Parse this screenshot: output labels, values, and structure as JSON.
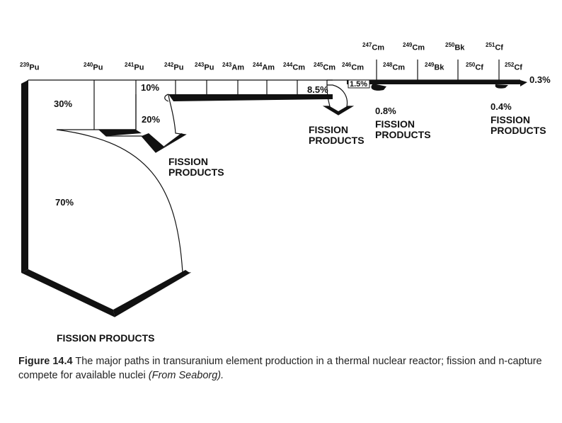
{
  "isotopes": [
    {
      "mass": "239",
      "sym": "Pu"
    },
    {
      "mass": "240",
      "sym": "Pu"
    },
    {
      "mass": "241",
      "sym": "Pu"
    },
    {
      "mass": "242",
      "sym": "Pu"
    },
    {
      "mass": "243",
      "sym": "Pu"
    },
    {
      "mass": "243",
      "sym": "Am"
    },
    {
      "mass": "244",
      "sym": "Am"
    },
    {
      "mass": "244",
      "sym": "Cm"
    },
    {
      "mass": "245",
      "sym": "Cm"
    },
    {
      "mass": "246",
      "sym": "Cm"
    },
    {
      "mass": "247",
      "sym": "Cm"
    },
    {
      "mass": "248",
      "sym": "Cm"
    },
    {
      "mass": "249",
      "sym": "Cm"
    },
    {
      "mass": "249",
      "sym": "Bk"
    },
    {
      "mass": "250",
      "sym": "Bk"
    },
    {
      "mass": "250",
      "sym": "Cf"
    },
    {
      "mass": "251",
      "sym": "Cf"
    },
    {
      "mass": "252",
      "sym": "Cf"
    }
  ],
  "percentages": {
    "p30": "30%",
    "p70": "70%",
    "p10": "10%",
    "p20": "20%",
    "p8_5": "8.5%",
    "p1_5": "1.5%",
    "p0_8": "0.8%",
    "p0_4": "0.4%",
    "p0_3": "0.3%"
  },
  "fission_label": {
    "line1": "FISSION",
    "line2": "PRODUCTS",
    "single": "FISSION PRODUCTS",
    "partial2": "PRODUCTS"
  },
  "caption": {
    "label": "Figure 14.4",
    "text": "The major paths in transuranium element production in a thermal nuclear reactor; fission and n-capture compete for available nuclei",
    "source": "(From Seaborg)."
  },
  "colors": {
    "ink": "#111111",
    "caption": "#222222"
  }
}
